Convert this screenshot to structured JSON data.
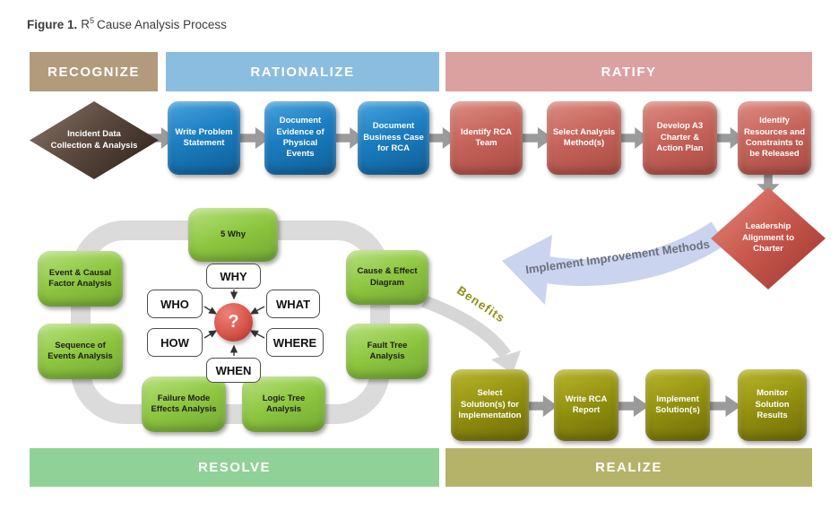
{
  "figure_caption": {
    "label": "Figure 1.",
    "process_r": "R",
    "process_sup": "5",
    "process_rest": "Cause Analysis Process"
  },
  "phases": [
    {
      "label": "RECOGNIZE",
      "color": "#b29b7d"
    },
    {
      "label": "RATIONALIZE",
      "color": "#8abde0"
    },
    {
      "label": "RATIFY",
      "color": "#dba1a0"
    },
    {
      "label": "RESOLVE",
      "color": "#90d197"
    },
    {
      "label": "REALIZE",
      "color": "#b5b369"
    }
  ],
  "flow": {
    "start_diamond": "Incident Data Collection & Analysis",
    "rationalize_steps": [
      "Write Problem Statement",
      "Document Evidence of Physical Events",
      "Document Business Case for RCA"
    ],
    "ratify_steps": [
      "Identify RCA Team",
      "Select Analysis Method(s)",
      "Develop A3 Charter & Action Plan",
      "Identify Resources and Constraints to be Released"
    ],
    "decision_diamond": "Leadership Alignment to Charter",
    "realize_steps": [
      "Select Solution(s) for Implementation",
      "Write RCA Report",
      "Implement Solution(s)",
      "Monitor Solution Results"
    ]
  },
  "resolve_loop": {
    "tools": [
      "5 Why",
      "Event & Causal Factor Analysis",
      "Sequence of Events Analysis",
      "Cause & Effect Diagram",
      "Fault Tree Analysis",
      "Failure Mode Effects Analysis",
      "Logic Tree Analysis"
    ],
    "questions": [
      "WHY",
      "WHO",
      "WHAT",
      "HOW",
      "WHERE",
      "WHEN"
    ],
    "center_symbol": "?"
  },
  "annotations": {
    "implement_methods": "Implement Improvement Methods",
    "benefits": "Benefits"
  },
  "colors": {
    "blue_step": "#1b7ec2",
    "red_step": "#c7655b",
    "green_tool": "#8dc63f",
    "olive_step": "#92900e",
    "brown_diamond": "#5b493f",
    "red_diamond": "#cb5a50",
    "flow_arrow_gray": "#9b9b9b",
    "loop_gray": "#dbdbdb",
    "implement_arrow_fill": "#cbd4ee",
    "implement_text": "#6b7080",
    "benefits_text": "#8f9118",
    "question_center_red": "#d6554a"
  }
}
